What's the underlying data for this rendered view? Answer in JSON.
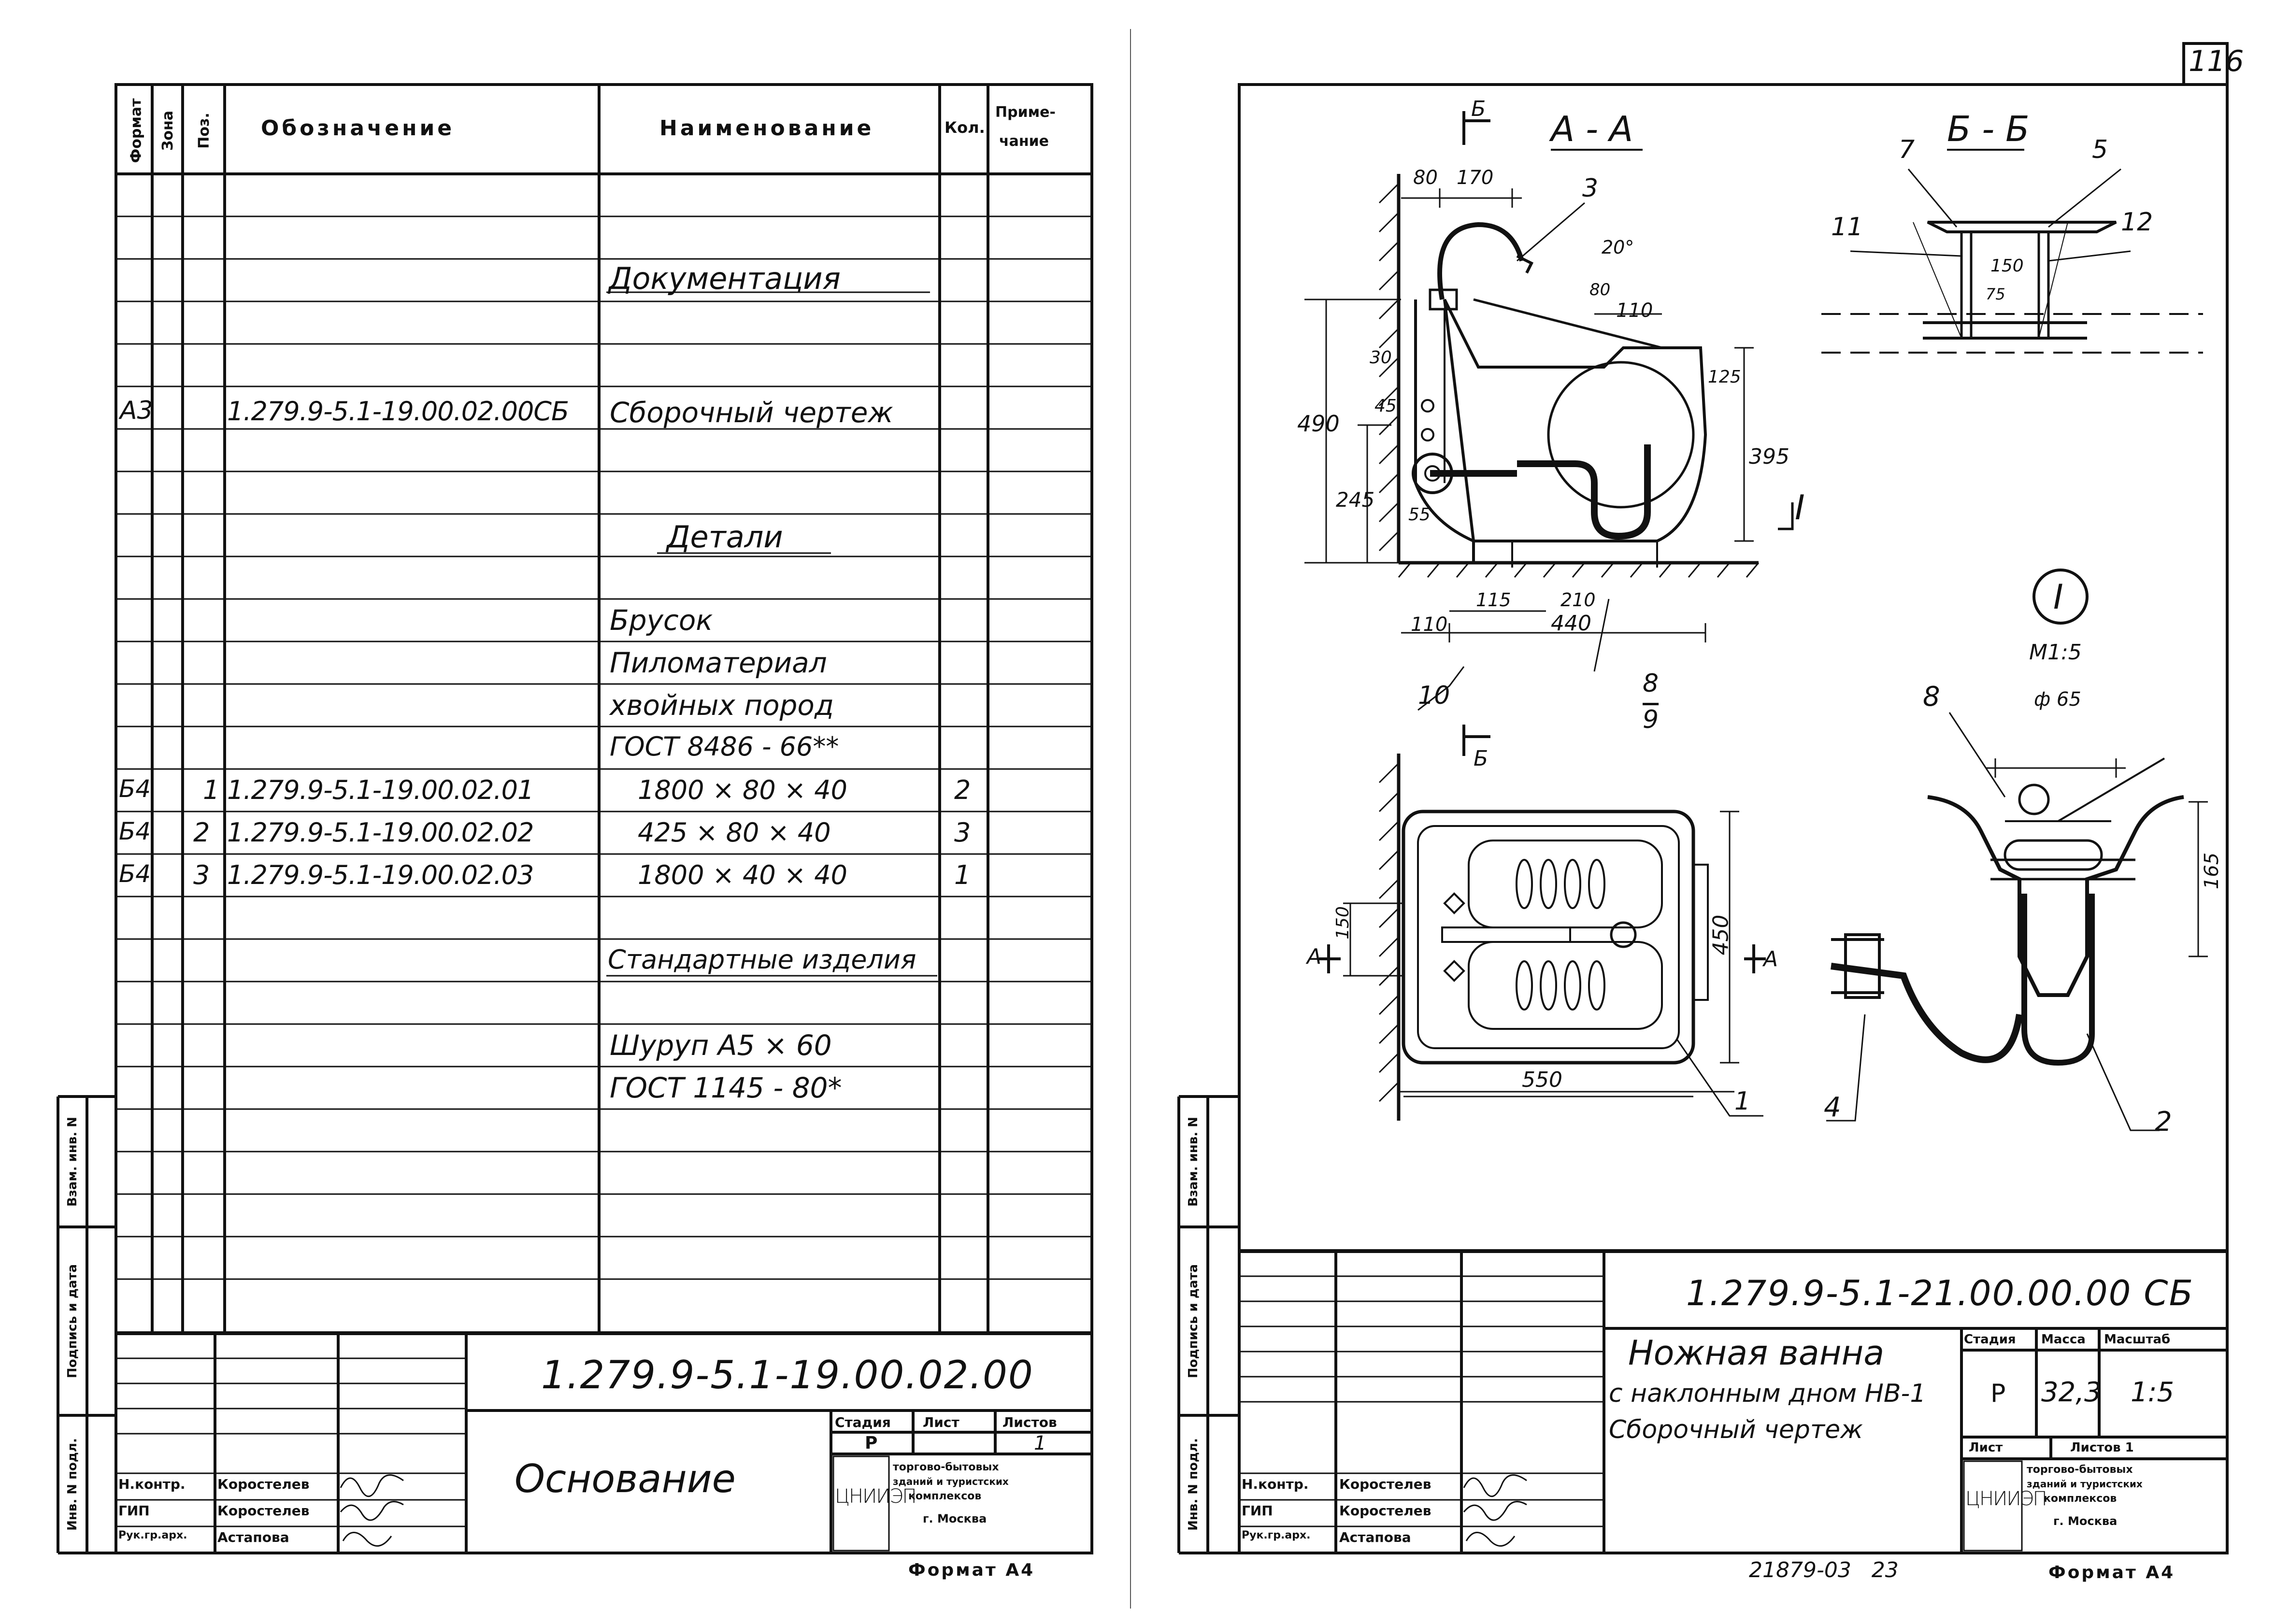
{
  "sheet_number": "116",
  "left_sheet": {
    "headers": {
      "format": "Формат",
      "zone": "Зона",
      "pos": "Поз.",
      "designation": "Обозначение",
      "name": "Наименование",
      "qty": "Кол.",
      "note_line1": "Приме-",
      "note_line2": "чание"
    },
    "rows": {
      "section_docs": "Документация",
      "r_asm_format": "А3",
      "r_asm_designation": "1.279.9-5.1-19.00.02.00СБ",
      "r_asm_name": "Сборочный чертеж",
      "section_details": "Детали",
      "mat_line1": "Брусок",
      "mat_line2": "Пиломатериал",
      "mat_line3": "хвойных пород",
      "mat_line4": "ГОСТ 8486 - 66**",
      "items": [
        {
          "format": "Б4",
          "pos": "1",
          "designation": "1.279.9-5.1-19.00.02.01",
          "name": "1800 × 80 × 40",
          "qty": "2"
        },
        {
          "format": "Б4",
          "pos": "2",
          "designation": "1.279.9-5.1-19.00.02.02",
          "name": "425 × 80 × 40",
          "qty": "3"
        },
        {
          "format": "Б4",
          "pos": "3",
          "designation": "1.279.9-5.1-19.00.02.03",
          "name": "1800 × 40 × 40",
          "qty": "1"
        }
      ],
      "section_std": "Стандартные изделия",
      "std_line1": "Шуруп А5 × 60",
      "std_line2": "ГОСТ 1145 - 80*"
    },
    "side_labels": {
      "inv_sub": "Инв. N подл.",
      "sign_date": "Подпись и дата",
      "repl_inv": "Взам. инв. N"
    },
    "title_block": {
      "code": "1.279.9-5.1-19.00.02.00",
      "name": "Основание",
      "stage_h": "Стадия",
      "sheet_h": "Лист",
      "sheets_h": "Листов",
      "stage": "Р",
      "sheets": "1",
      "roles": [
        {
          "role": "Н.контр.",
          "person": "Коростелев"
        },
        {
          "role": "ГИП",
          "person": "Коростелев"
        },
        {
          "role": "Рук.гр.арх.",
          "person": "Астапова"
        }
      ],
      "org_logo": "ЦНИИЭП",
      "org_line1": "торгово-бытовых",
      "org_line2": "зданий и туристских",
      "org_line3": "комплексов",
      "org_line4": "г. Москва"
    },
    "format_label": "Формат А4"
  },
  "right_sheet": {
    "drawing": {
      "section_aa": "А - А",
      "section_bb": "Б - Б",
      "cut_b": "Б",
      "cut_a": "А",
      "detail_mark": "I",
      "detail_scale": "М1:5",
      "dims_aa": [
        "80",
        "170",
        "20°",
        "80",
        "110",
        "30",
        "45",
        "125",
        "490",
        "395",
        "245",
        "55",
        "115",
        "210",
        "110",
        "440"
      ],
      "dims_bb": [
        "150",
        "75"
      ],
      "dims_plan": [
        "150",
        "450",
        "550"
      ],
      "dims_detail": [
        "ф 65",
        "165"
      ],
      "leaders": [
        "3",
        "7",
        "5",
        "11",
        "12",
        "10",
        "8",
        "9",
        "1",
        "4",
        "2",
        "8"
      ]
    },
    "side_labels": {
      "inv_sub": "Инв. N подл.",
      "sign_date": "Подпись и дата",
      "repl_inv": "Взам. инв. N"
    },
    "title_block": {
      "code": "1.279.9-5.1-21.00.00.00 СБ",
      "name_line1": "Ножная ванна",
      "name_line2": "с наклонным дном НВ-1",
      "name_line3": "Сборочный чертеж",
      "stage_h": "Стадия",
      "mass_h": "Масса",
      "scale_h": "Масштаб",
      "stage": "Р",
      "mass": "32,3",
      "scale": "1:5",
      "sheet_h": "Лист",
      "sheets_h": "Листов 1",
      "roles": [
        {
          "role": "Н.контр.",
          "person": "Коростелев"
        },
        {
          "role": "ГИП",
          "person": "Коростелев"
        },
        {
          "role": "Рук.гр.арх.",
          "person": "Астапова"
        }
      ],
      "org_logo": "ЦНИИЭП",
      "org_line1": "торгово-бытовых",
      "org_line2": "зданий и туристских",
      "org_line3": "комплексов",
      "org_line4": "г. Москва"
    },
    "archive_no": "21879-03   23",
    "format_label": "Формат А4"
  }
}
